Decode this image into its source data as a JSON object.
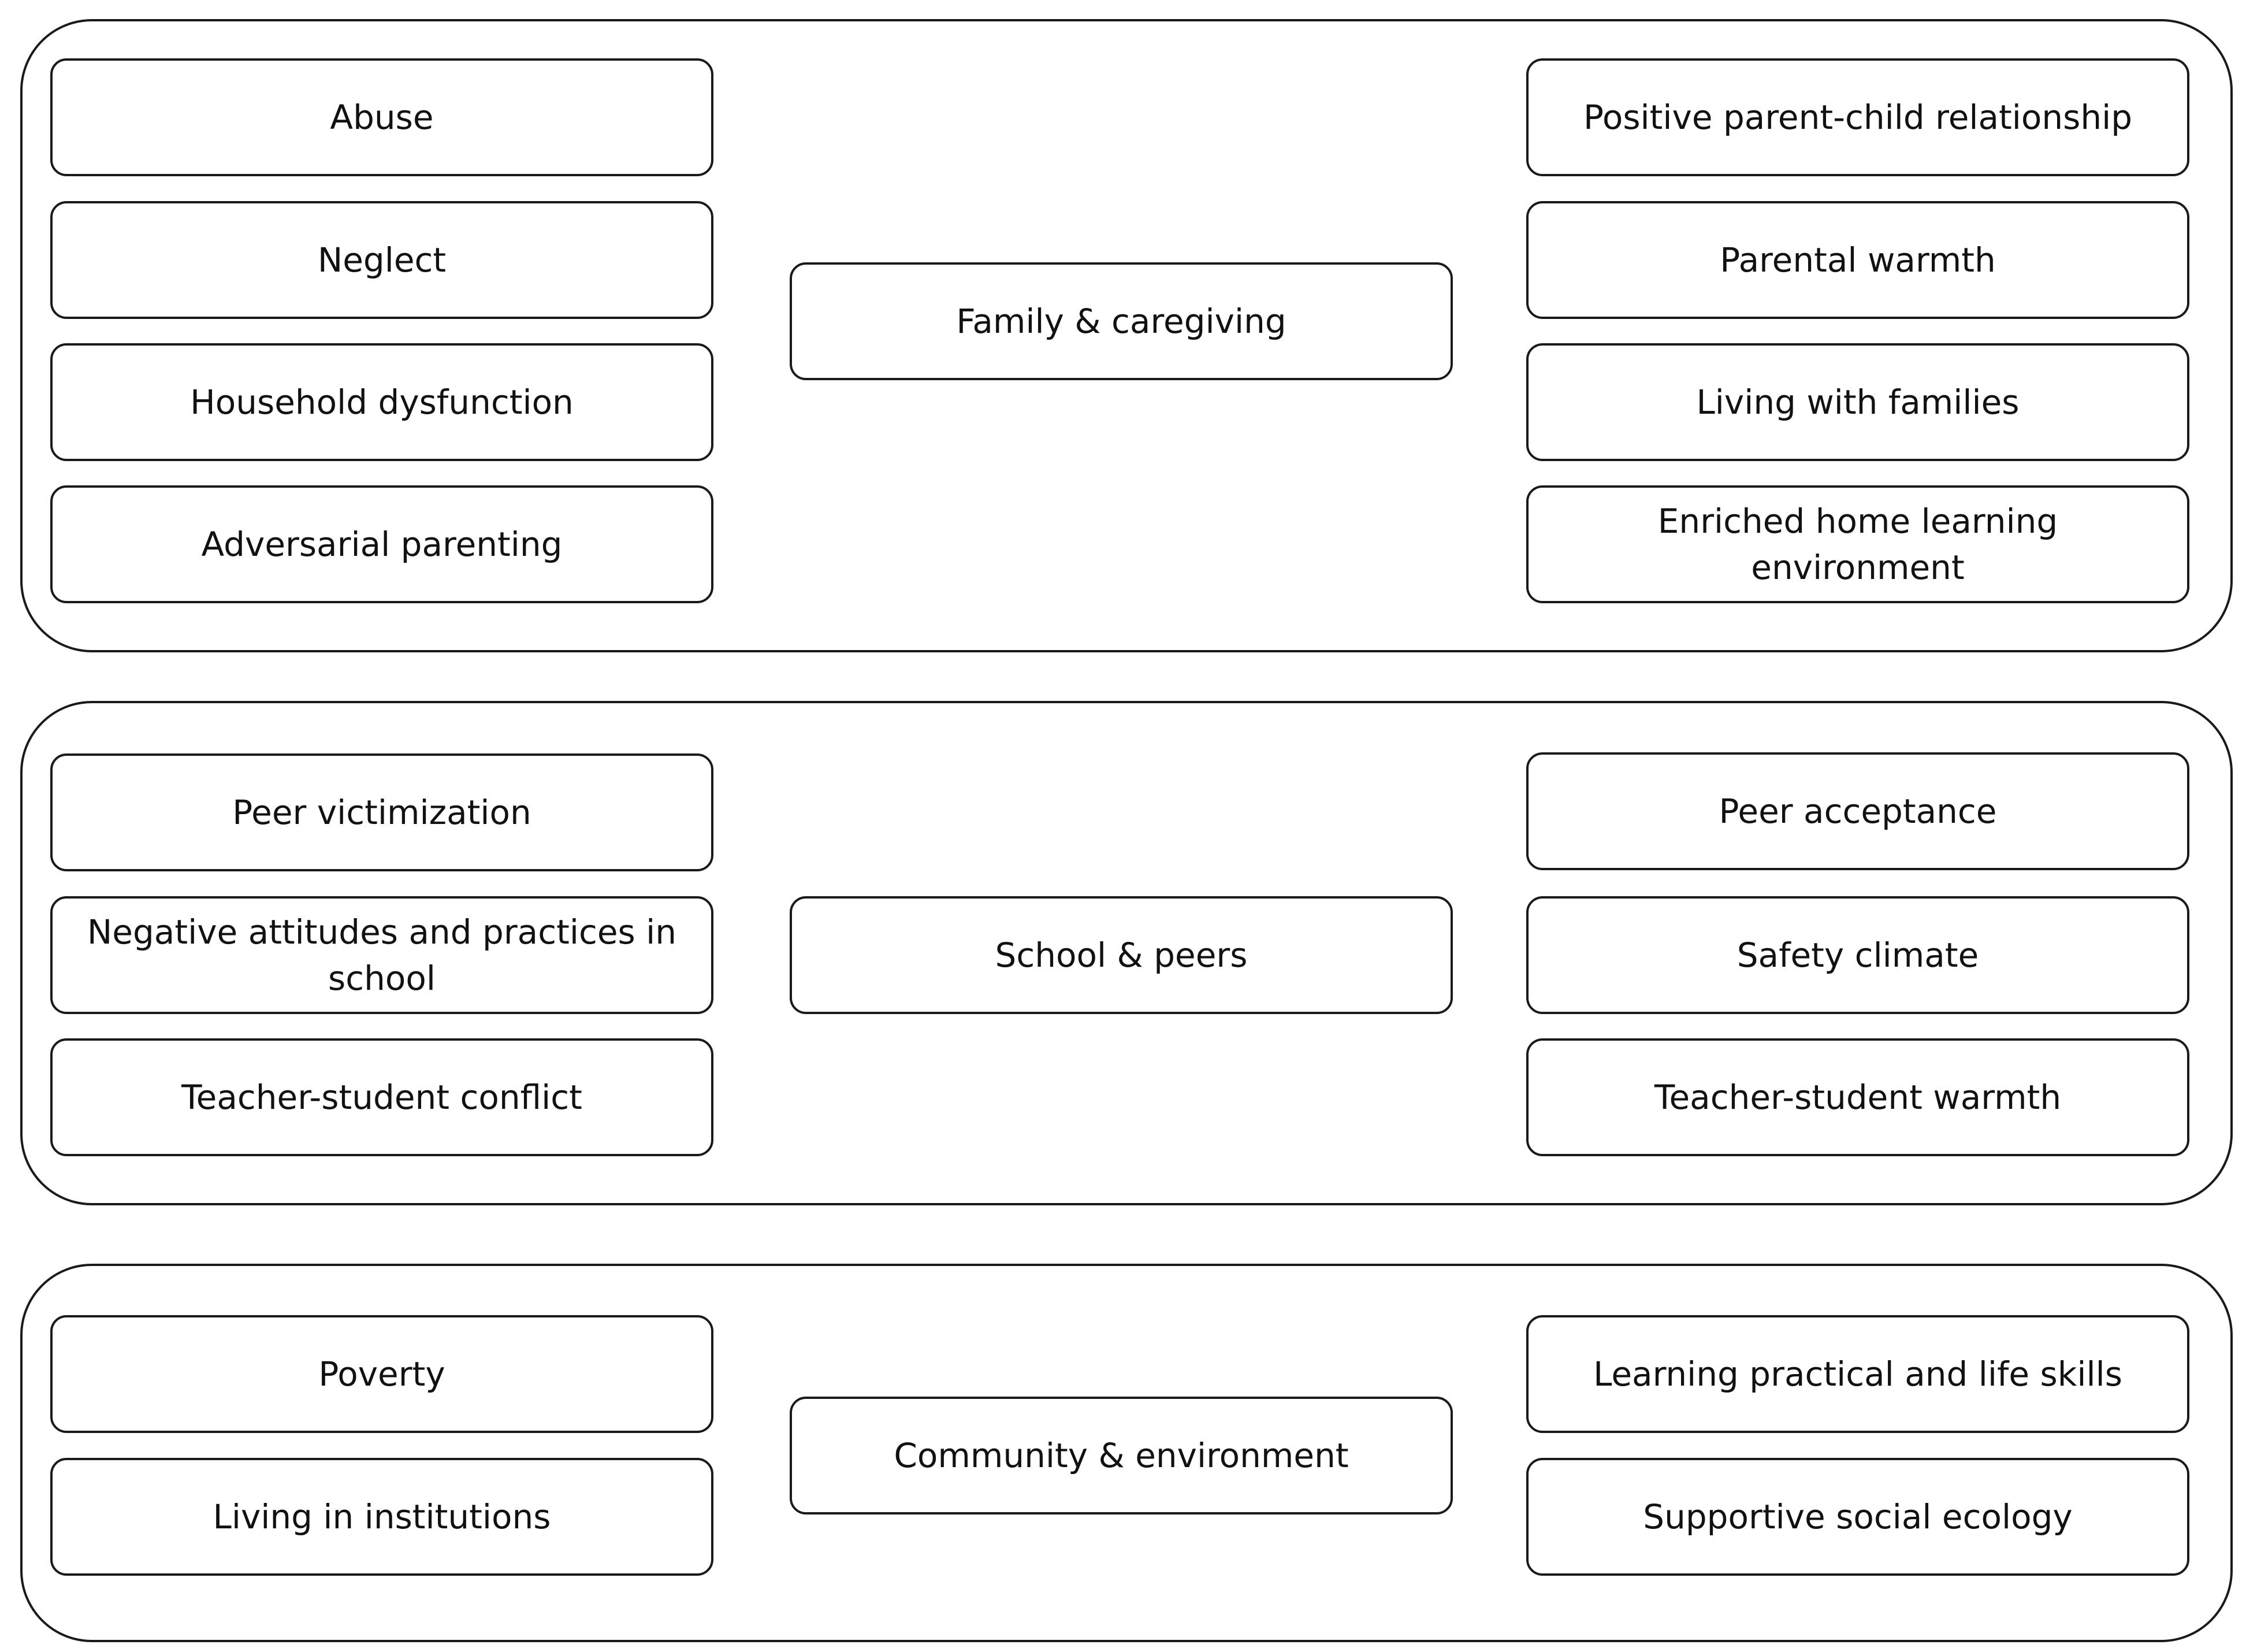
{
  "groups": {
    "family": {
      "label": "Family & caregiving",
      "left_items": [
        "Abuse",
        "Neglect",
        "Household dysfunction",
        "Adversarial parenting"
      ],
      "right_items": [
        "Positive parent-child relationship",
        "Parental warmth",
        "Living with families",
        "Enriched home learning environment"
      ]
    },
    "school": {
      "label": "School & peers",
      "left_items": [
        "Peer victimization",
        "Negative attitudes and practices in school",
        "Teacher-student conflict"
      ],
      "right_items": [
        "Peer acceptance",
        "Safety climate",
        "Teacher-student warmth"
      ]
    },
    "community": {
      "label": "Community & environment",
      "left_items": [
        "Poverty",
        "Living in institutions"
      ],
      "right_items": [
        "Learning practical and life skills",
        "Supportive social ecology"
      ]
    }
  }
}
